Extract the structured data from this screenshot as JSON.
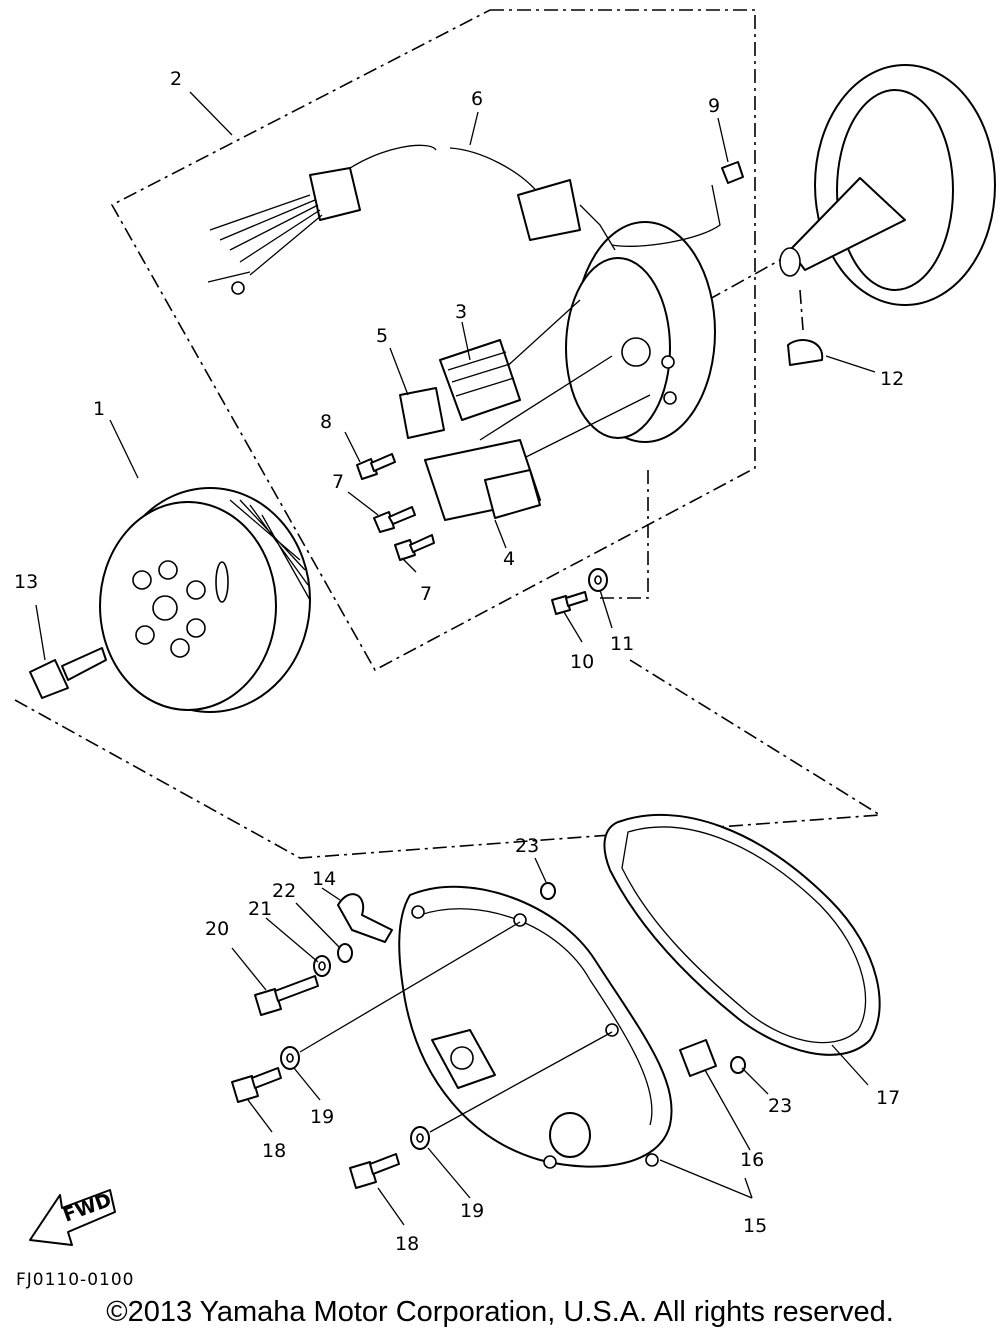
{
  "diagram": {
    "callouts": [
      {
        "n": "1"
      },
      {
        "n": "2"
      },
      {
        "n": "3"
      },
      {
        "n": "4"
      },
      {
        "n": "5"
      },
      {
        "n": "6"
      },
      {
        "n": "7"
      },
      {
        "n": "7"
      },
      {
        "n": "8"
      },
      {
        "n": "9"
      },
      {
        "n": "10"
      },
      {
        "n": "11"
      },
      {
        "n": "12"
      },
      {
        "n": "13"
      },
      {
        "n": "14"
      },
      {
        "n": "15"
      },
      {
        "n": "16"
      },
      {
        "n": "17"
      },
      {
        "n": "18"
      },
      {
        "n": "18"
      },
      {
        "n": "19"
      },
      {
        "n": "19"
      },
      {
        "n": "20"
      },
      {
        "n": "21"
      },
      {
        "n": "22"
      },
      {
        "n": "23"
      },
      {
        "n": "23"
      }
    ],
    "fwd_label": "FWD",
    "drawing_code": "FJ0110-0100"
  },
  "footer": {
    "copyright": "©2013 Yamaha Motor Corporation, U.S.A. All rights reserved."
  }
}
